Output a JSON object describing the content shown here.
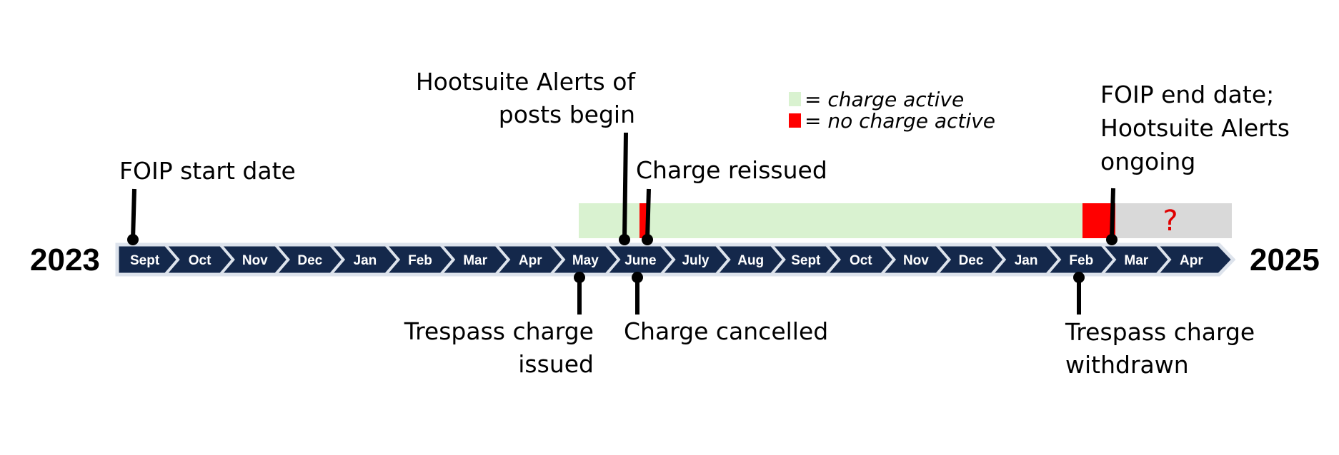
{
  "timeline": {
    "start_year": "2023",
    "end_year": "2025",
    "months": [
      "Sept",
      "Oct",
      "Nov",
      "Dec",
      "Jan",
      "Feb",
      "Mar",
      "Apr",
      "May",
      "June",
      "July",
      "Aug",
      "Sept",
      "Oct",
      "Nov",
      "Dec",
      "Jan",
      "Feb",
      "Mar",
      "Apr"
    ]
  },
  "legend": {
    "active_prefix": "= ",
    "active_text": "charge active",
    "inactive_prefix": "= ",
    "inactive_text": "no charge active",
    "active_color": "#d9f2d0",
    "inactive_color": "#ff0000"
  },
  "status_bar": {
    "unknown_label": "?",
    "unknown_color": "#d9d9d9"
  },
  "events_above": [
    {
      "id": "foip-start",
      "lines": [
        "FOIP start date"
      ]
    },
    {
      "id": "hootsuite-begin",
      "lines": [
        "Hootsuite Alerts of",
        "posts begin"
      ]
    },
    {
      "id": "charge-reissued",
      "lines": [
        "Charge reissued"
      ]
    },
    {
      "id": "foip-end",
      "lines": [
        "FOIP end date;",
        "Hootsuite Alerts",
        "ongoing"
      ]
    }
  ],
  "events_below": [
    {
      "id": "trespass-issued",
      "lines": [
        "Trespass charge",
        "issued"
      ]
    },
    {
      "id": "charge-cancelled",
      "lines": [
        "Charge cancelled"
      ]
    },
    {
      "id": "trespass-withdrawn",
      "lines": [
        "Trespass charge",
        "withdrawn"
      ]
    }
  ],
  "colors": {
    "arrow_fill": "#14284b",
    "arrow_border": "#dde3ec",
    "marker": "#000000"
  }
}
